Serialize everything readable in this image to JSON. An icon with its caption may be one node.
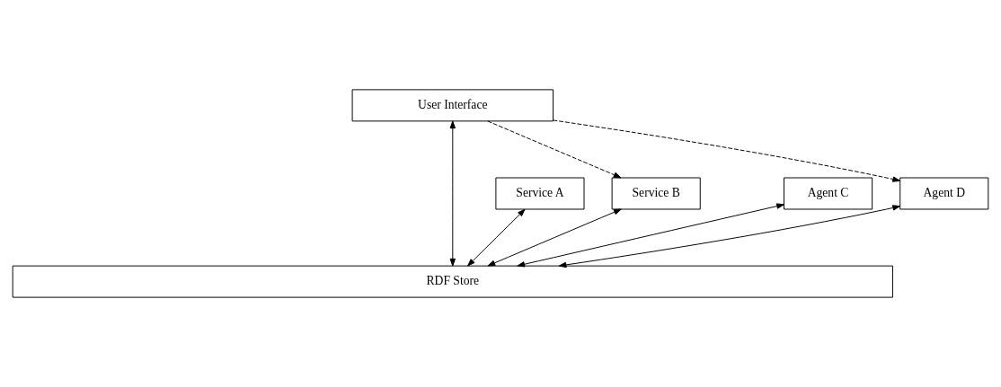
{
  "diagram": {
    "nodes": [
      {
        "text": [
          "User Interface"
        ]
      },
      {
        "text": [
          "Service A"
        ]
      },
      {
        "text": [
          "Service B"
        ]
      },
      {
        "text": [
          "Agent C"
        ]
      },
      {
        "text": [
          "Agent D"
        ]
      },
      {
        "text": [
          "RDF Store"
        ]
      }
    ],
    "edges": [
      {
        "from": 0,
        "to": 2,
        "arrow": "to",
        "style": "dashed"
      },
      {
        "from": 0,
        "to": 4,
        "arrow": "to",
        "style": "dashed"
      },
      {
        "from": 1,
        "to": 5,
        "arrow": "both"
      },
      {
        "from": 2,
        "to": 5,
        "arrow": "both"
      },
      {
        "from": 0,
        "to": 5,
        "arrow": "both"
      },
      {
        "from": 3,
        "to": 5,
        "arrow": "both"
      },
      {
        "from": 4,
        "to": 5,
        "arrow": "both"
      }
    ]
  }
}
